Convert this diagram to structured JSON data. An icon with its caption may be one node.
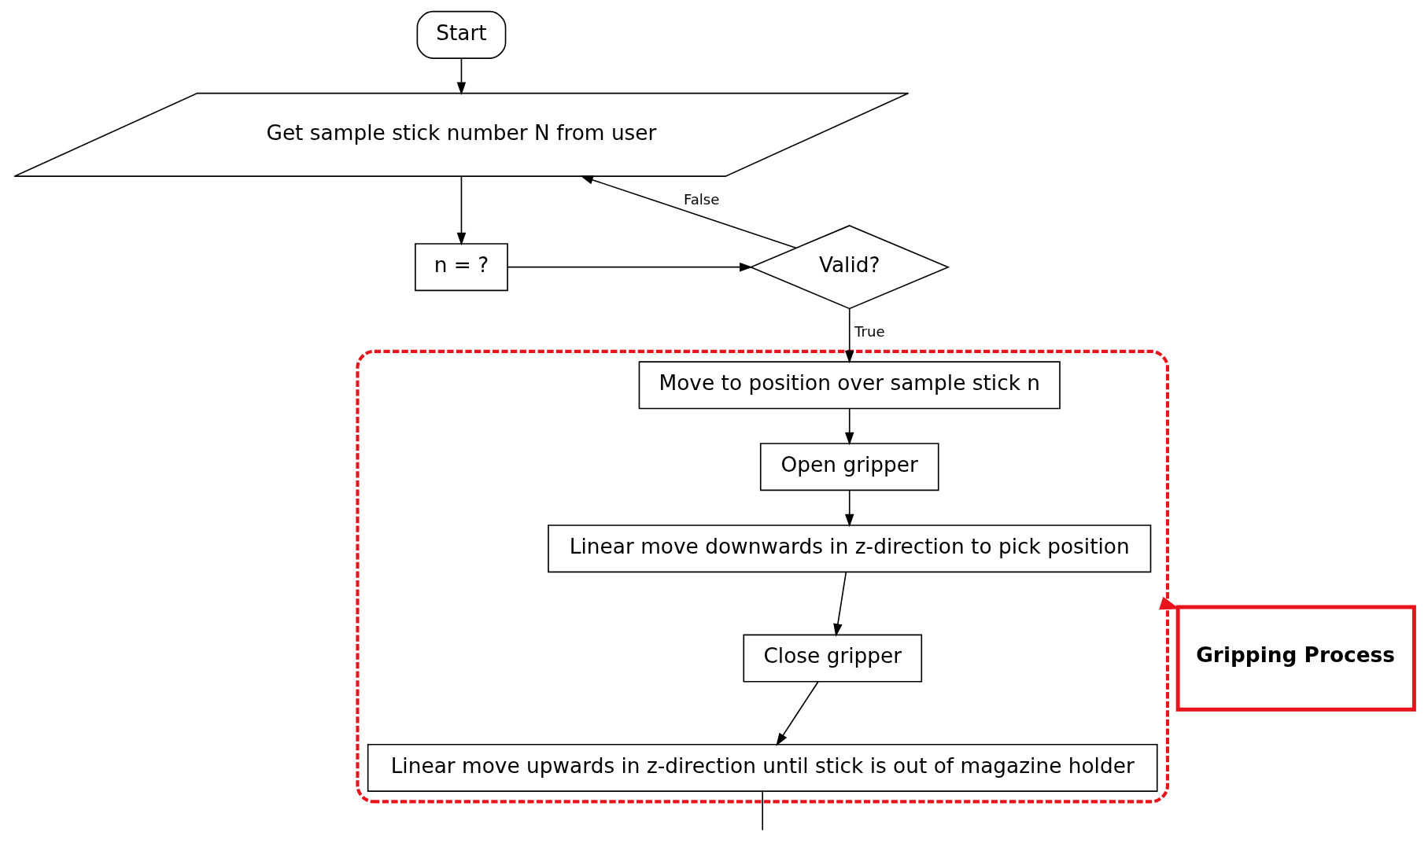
{
  "diagram": {
    "nodes": [
      {
        "text": [
          "Start"
        ]
      },
      {
        "text": [
          "Get sample stick number N from user"
        ]
      },
      {
        "text": [
          "n = ?"
        ]
      },
      {
        "text": [
          "Valid?"
        ]
      },
      {
        "text": [],
        "shape": "box"
      },
      {
        "text": [
          "Move to position over sample stick n"
        ],
        "in": 4
      },
      {
        "text": [
          "Open gripper"
        ],
        "in": 4
      },
      {
        "text": [
          "Linear move downwards in z-direction to pick position"
        ],
        "in": 4
      },
      {
        "text": [
          "Close gripper"
        ],
        "in": 4
      },
      {
        "text": [
          "Linear move upwards in z-direction until stick is out of magazine holder"
        ],
        "in": 4
      },
      {
        "text": [
          "Gripping Process"
        ]
      }
    ],
    "edges": [
      {
        "from": 0,
        "to": 1,
        "arrow": "to"
      },
      {
        "from": 1,
        "to": 2,
        "arrow": "to"
      },
      {
        "from": 2,
        "to": 3,
        "arrow": "to"
      },
      {
        "from": 3,
        "to": 1,
        "arrow": "to",
        "label": "False"
      },
      {
        "from": 3,
        "to": 5,
        "arrow": "to",
        "label": "True"
      },
      {
        "from": 5,
        "to": 6,
        "arrow": "to"
      },
      {
        "from": 6,
        "to": 7,
        "arrow": "to"
      },
      {
        "from": 7,
        "to": 8,
        "arrow": "to"
      },
      {
        "from": 8,
        "to": 9,
        "arrow": "to"
      },
      {
        "from": 9,
        "to": null,
        "arrow": "none"
      },
      {
        "from": 4,
        "to": 10,
        "arrow": "to",
        "color": "#e8141b"
      }
    ]
  }
}
